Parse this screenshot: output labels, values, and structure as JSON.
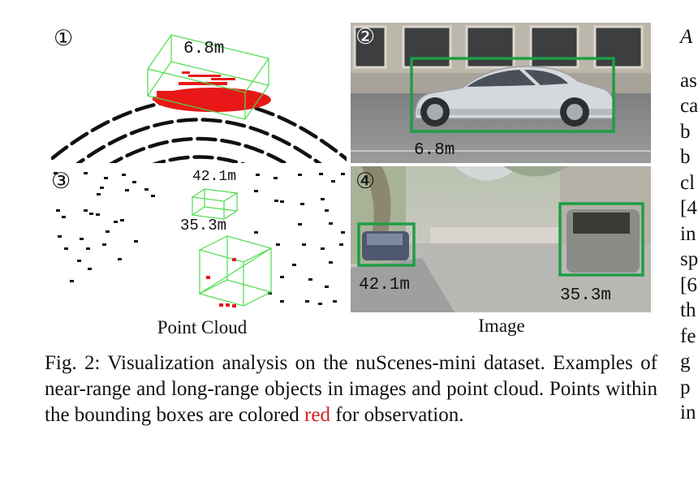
{
  "panels": [
    {
      "num": "①",
      "distance": "6.8m",
      "type": "point-cloud"
    },
    {
      "num": "②",
      "distance": "6.8m",
      "type": "image"
    },
    {
      "num": "③",
      "distances": [
        "42.1m",
        "35.3m"
      ],
      "type": "point-cloud"
    },
    {
      "num": "④",
      "distances": [
        "42.1m",
        "35.3m"
      ],
      "type": "image"
    }
  ],
  "labels": {
    "point_cloud": "Point Cloud",
    "image": "Image"
  },
  "caption": {
    "prefix": "Fig. 2: Visualization analysis on the nuScenes-mini dataset. Examples of near-range and long-range objects in images and point cloud. Points within the bounding boxes are colored ",
    "highlight": "red",
    "suffix": " for observation."
  },
  "side_column": {
    "heading": "A",
    "lines": [
      "as",
      "ca",
      "b",
      "b",
      "cl",
      "[4",
      "in",
      "sp",
      "[6",
      "th",
      "fe",
      "g",
      "p",
      "in"
    ]
  },
  "colors": {
    "bbox_pointcloud": "#4cdc4c",
    "bbox_image": "#1e9e46",
    "in_box_points": "#e81818",
    "caption_highlight": "#d42020"
  }
}
